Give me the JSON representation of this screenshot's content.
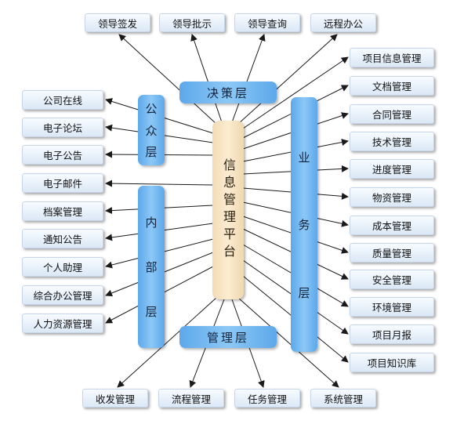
{
  "center_label": "信息管理平台",
  "layers": {
    "decision": "决策层",
    "management": "管理层",
    "public": [
      "公",
      "众",
      "层"
    ],
    "internal": [
      "内",
      "部",
      "层"
    ],
    "business": [
      "业",
      "务",
      "层"
    ]
  },
  "top_items": [
    "领导签发",
    "领导批示",
    "领导查询",
    "远程办公"
  ],
  "bottom_items": [
    "收发管理",
    "流程管理",
    "任务管理",
    "系统管理"
  ],
  "left_items": [
    "公司在线",
    "电子论坛",
    "电子公告",
    "电子邮件",
    "档案管理",
    "通知公告",
    "个人助理",
    "综合办公管理",
    "人力资源管理"
  ],
  "right_items": [
    "项目信息管理",
    "文档管理",
    "合同管理",
    "技术管理",
    "进度管理",
    "物资管理",
    "成本管理",
    "质量管理",
    "安全管理",
    "环境管理",
    "项目月报",
    "项目知识库"
  ]
}
